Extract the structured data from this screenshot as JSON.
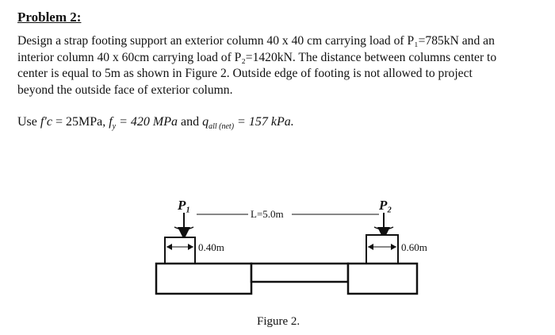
{
  "problem": {
    "title": "Problem 2:",
    "lines": [
      "Design a strap footing support an exterior column 40 x 40 cm carrying load of P₁=785kN and an",
      "interior column 40 x 60cm carrying load of P₂=1420kN. The distance between columns center to",
      "center is equal to 5m as shown in Figure 2. Outside edge of footing is not allowed to project",
      "beyond the outside face of exterior column."
    ],
    "use": {
      "prefix": "Use ",
      "fc": "f′c",
      "fc_val": " = 25MPa, ",
      "fy": "f",
      "fy_sub": "y",
      "fy_val": " = 420 MPa",
      "and": " and ",
      "q": "q",
      "q_sub": "all (net)",
      "q_val": " = 157 kPa."
    }
  },
  "figure": {
    "p1_label": "P₁",
    "p2_label": "P₂",
    "span_label": "L=5.0m",
    "col1_width": "0.40m",
    "col2_width": "0.60m",
    "caption": "Figure 2."
  }
}
